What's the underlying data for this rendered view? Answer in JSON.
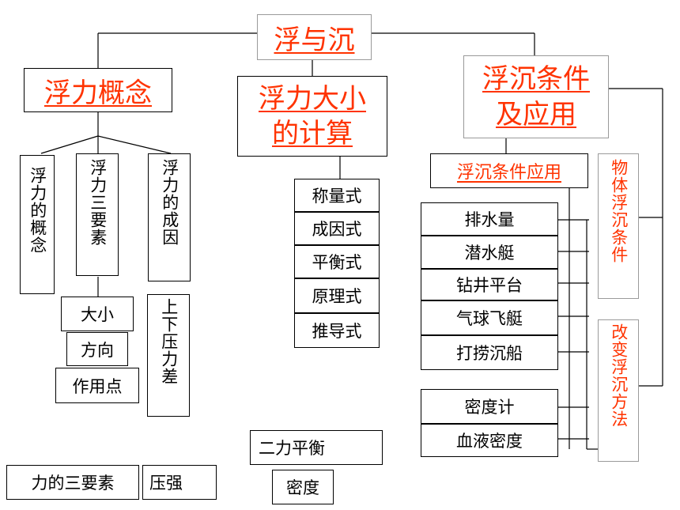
{
  "root": {
    "title": "浮与沉"
  },
  "concept": {
    "title": "浮力概念",
    "children": [
      "浮力的概念",
      "浮力三要素",
      "浮力的成因"
    ],
    "elements": [
      "大小",
      "方向",
      "作用点"
    ],
    "cause_detail": "上下压力差"
  },
  "calc": {
    "title": "浮力大小的计算",
    "methods": [
      "称量式",
      "成因式",
      "平衡式",
      "原理式",
      "推导式"
    ]
  },
  "conditions": {
    "title": "浮沉条件及应用",
    "application_title": "浮沉条件应用",
    "applications": [
      "排水量",
      "潜水艇",
      "钻井平台",
      "气球飞艇",
      "打捞沉船"
    ],
    "applications2": [
      "密度计",
      "血液密度"
    ],
    "object_condition": "物体浮沉条件",
    "change_method": "改变浮沉方法"
  },
  "related": [
    "二力平衡",
    "密度",
    "力的三要素",
    "压强"
  ]
}
